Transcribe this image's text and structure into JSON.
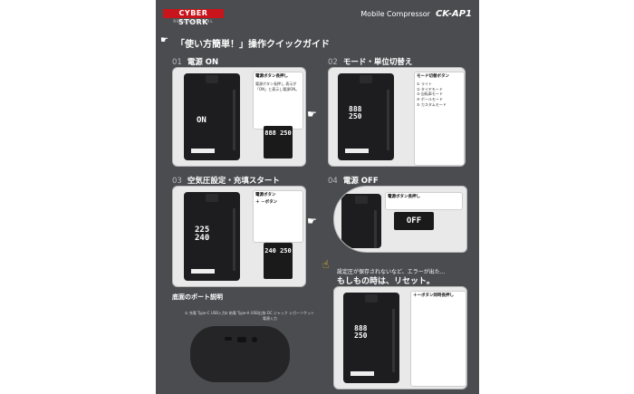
{
  "header": {
    "brand": "CYBER STORK",
    "brand_sub": "REAL MATERIAL",
    "product": "Mobile Compressor",
    "model": "CK-AP1"
  },
  "guide_title": "「使い方簡単！」操作クイックガイド",
  "steps": [
    {
      "num": "01",
      "title": "電源 ON",
      "note_head": "電源ボタン長押し",
      "note_body": "電源ボタン長押し 表示が「ON」と表示し電源ON。",
      "display": "ON",
      "mini": "888 250"
    },
    {
      "num": "02",
      "title": "モード・単位切替え",
      "note_head": "モード切替ボタン",
      "note_items": [
        "① ライト",
        "② タイヤモード",
        "③ 自転車モード",
        "④ ボールモード",
        "⑤ カスタムモード"
      ],
      "display": "888 250"
    },
    {
      "num": "03",
      "title": "空気圧設定・充填スタート",
      "note_head": "電源ボタン",
      "note_head2": "＋ －ボタン",
      "display": "225 240",
      "mini": "240 250"
    },
    {
      "num": "04",
      "title": "電源 OFF",
      "note_head": "電源ボタン長押し",
      "display": "OFF"
    }
  ],
  "reset": {
    "line1": "設定圧が保存されないなど、エラーが出た…",
    "line2": "もしもの時は、リセット。",
    "note_head": "＋ーボタン同時長押し"
  },
  "ports": {
    "title": "底面のポート説明",
    "labels": [
      "① 充電 Type-C USB入力",
      "② 給電 Type-A USB出力",
      "③ DC ジャック シガーソケット電源入力"
    ]
  },
  "colors": {
    "sheet": "#4a4c50",
    "brand": "#c8141a",
    "accent": "#f5c518"
  },
  "icons": [
    "pointing-hand-icon",
    "arrow-right-icon",
    "finger-tap-icon"
  ]
}
